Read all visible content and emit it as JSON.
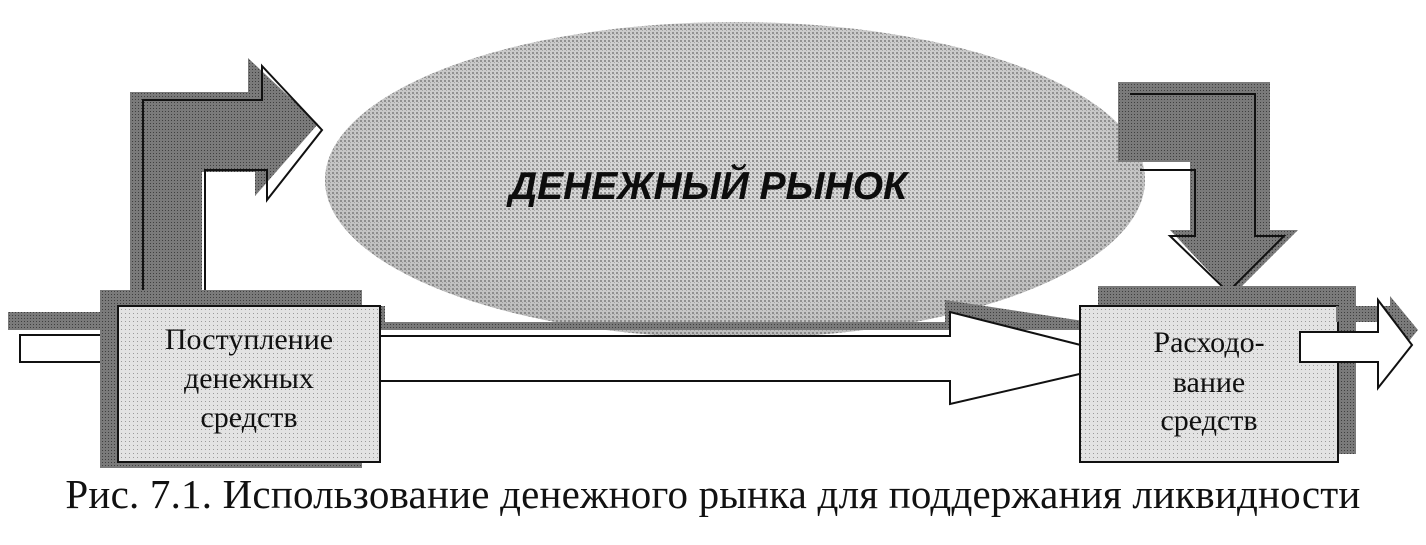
{
  "diagram": {
    "market_label": "ДЕНЕЖНЫЙ РЫНОК",
    "inflow_box": {
      "lines": [
        "Поступление",
        "денежных",
        "средств"
      ]
    },
    "outflow_box": {
      "lines": [
        "Расходо-",
        "вание",
        "средств"
      ]
    }
  },
  "caption": "Рис. 7.1. Использование денежного рынка для поддержания ликвидности",
  "colors": {
    "ink": "#111111",
    "shadow": "#6b6b6b",
    "halftone": "#bdbdbd"
  }
}
